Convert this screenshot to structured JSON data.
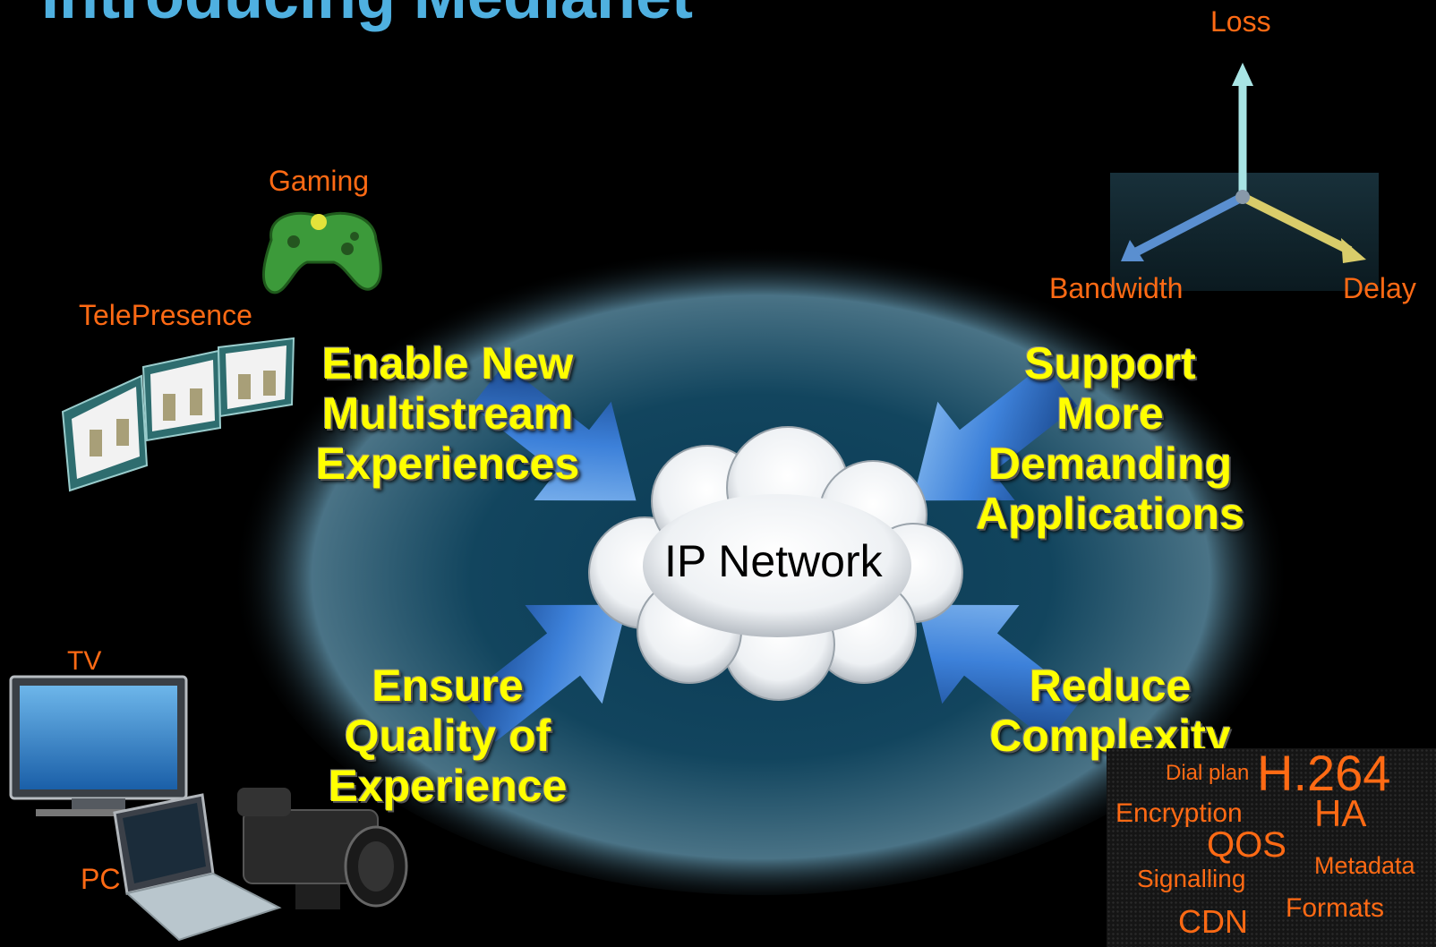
{
  "title": "Introducing Medianet",
  "devices": {
    "gaming": "Gaming",
    "telepresence": "TelePresence",
    "tv": "TV",
    "pc": "PC"
  },
  "center": {
    "cloud_label": "IP Network"
  },
  "goals": {
    "top_left": "Enable New\nMultistream\nExperiences",
    "top_right": "Support\nMore\nDemanding\nApplications",
    "bottom_left": "Ensure\nQuality of\nExperience",
    "bottom_right": "Reduce\nComplexity"
  },
  "axes": {
    "up": "Loss",
    "left": "Bandwidth",
    "right": "Delay"
  },
  "tags": {
    "dial_plan": "Dial plan",
    "h264": "H.264",
    "encryption": "Encryption",
    "ha": "HA",
    "qos": "QOS",
    "metadata": "Metadata",
    "signalling": "Signalling",
    "cdn": "CDN",
    "formats": "Formats"
  },
  "colors": {
    "title": "#4fb0e0",
    "label": "#ff6a14",
    "goal": "#ffff00",
    "oval": "#1d4d63"
  }
}
